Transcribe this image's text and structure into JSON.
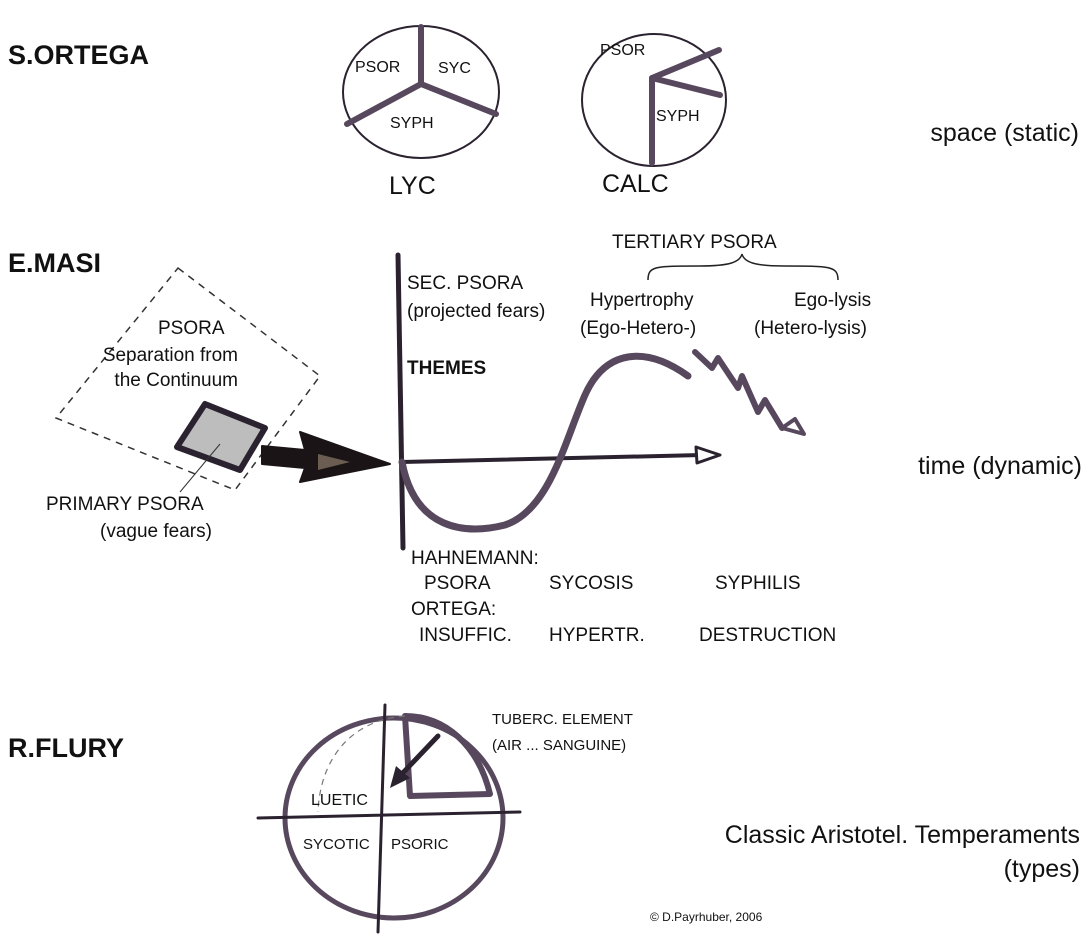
{
  "sections": {
    "ortega": {
      "author": "S.ORTEGA",
      "caption": "space (static)",
      "lyc": {
        "psor": "PSOR",
        "syc": "SYC",
        "syph": "SYPH",
        "label": "LYC"
      },
      "calc": {
        "psor": "PSOR",
        "syph": "SYPH",
        "label": "CALC"
      }
    },
    "masi": {
      "author": "E.MASI",
      "caption": "time (dynamic)",
      "psora_title": "PSORA",
      "psora_line1": "Separation from",
      "psora_line2": "the Continuum",
      "primary_line1": "PRIMARY PSORA",
      "primary_line2": "(vague fears)",
      "sec_line1": "SEC. PSORA",
      "sec_line2": "(projected fears)",
      "themes": "THEMES",
      "tertiary": "TERTIARY PSORA",
      "hypertrophy": "Hypertrophy",
      "hypertrophy_sub": "(Ego-Hetero-)",
      "egolysis": "Ego-lysis",
      "egolysis_sub": "(Hetero-lysis)",
      "hahnemann": "HAHNEMANN:",
      "hahnemann_items": [
        "PSORA",
        "SYCOSIS",
        "SYPHILIS"
      ],
      "ortega": "ORTEGA:",
      "ortega_items": [
        "INSUFFIC.",
        "HYPERTR.",
        "DESTRUCTION"
      ]
    },
    "flury": {
      "author": "R.FLURY",
      "tuberc_line1": "TUBERC. ELEMENT",
      "tuberc_line2": "(AIR ... SANGUINE)",
      "luetic": "LUETIC",
      "sycotic": "SYCOTIC",
      "psoric": "PSORIC",
      "caption_line1": "Classic Aristotel. Temperaments",
      "caption_line2": "(types)"
    }
  },
  "copyright": "© D.Payrhuber, 2006"
}
